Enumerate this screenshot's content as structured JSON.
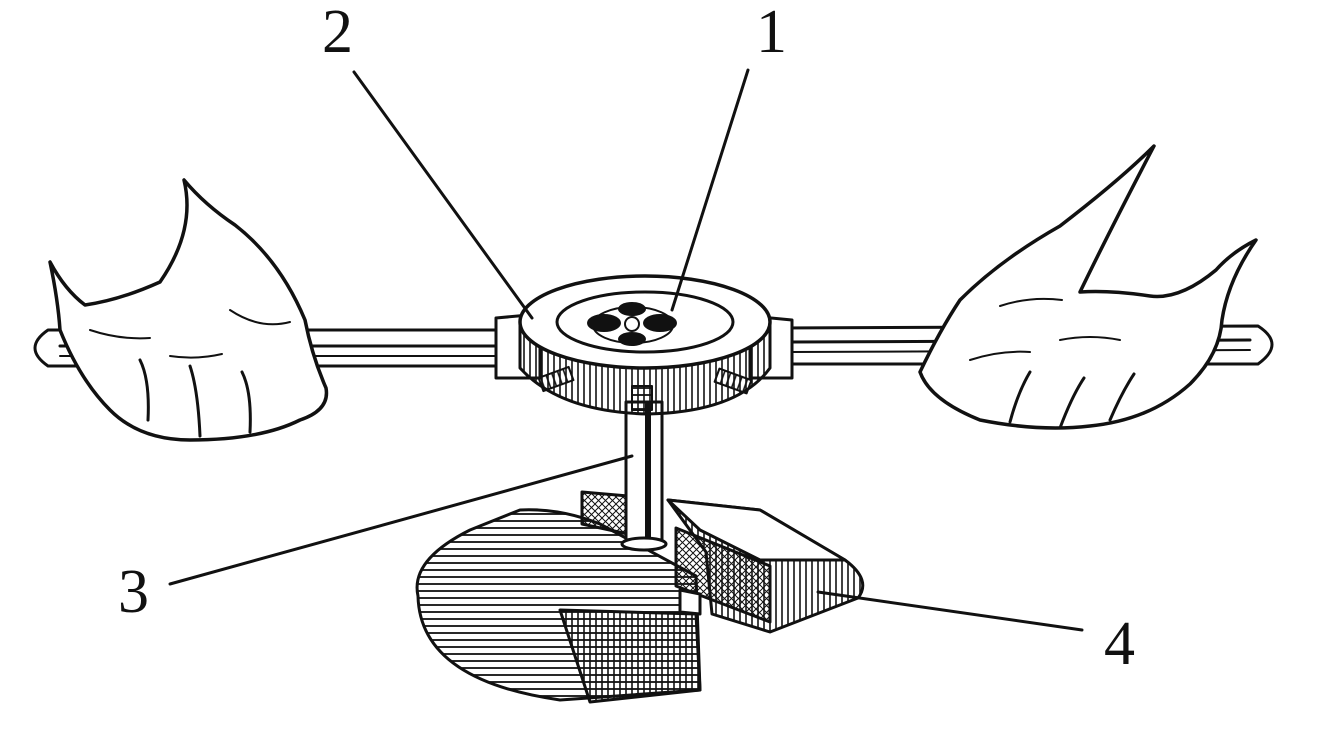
{
  "callouts": [
    {
      "id": "1",
      "label": "1"
    },
    {
      "id": "2",
      "label": "2"
    },
    {
      "id": "3",
      "label": "3"
    },
    {
      "id": "4",
      "label": "4"
    }
  ],
  "colors": {
    "ink": "#111111",
    "paper": "#ffffff"
  }
}
